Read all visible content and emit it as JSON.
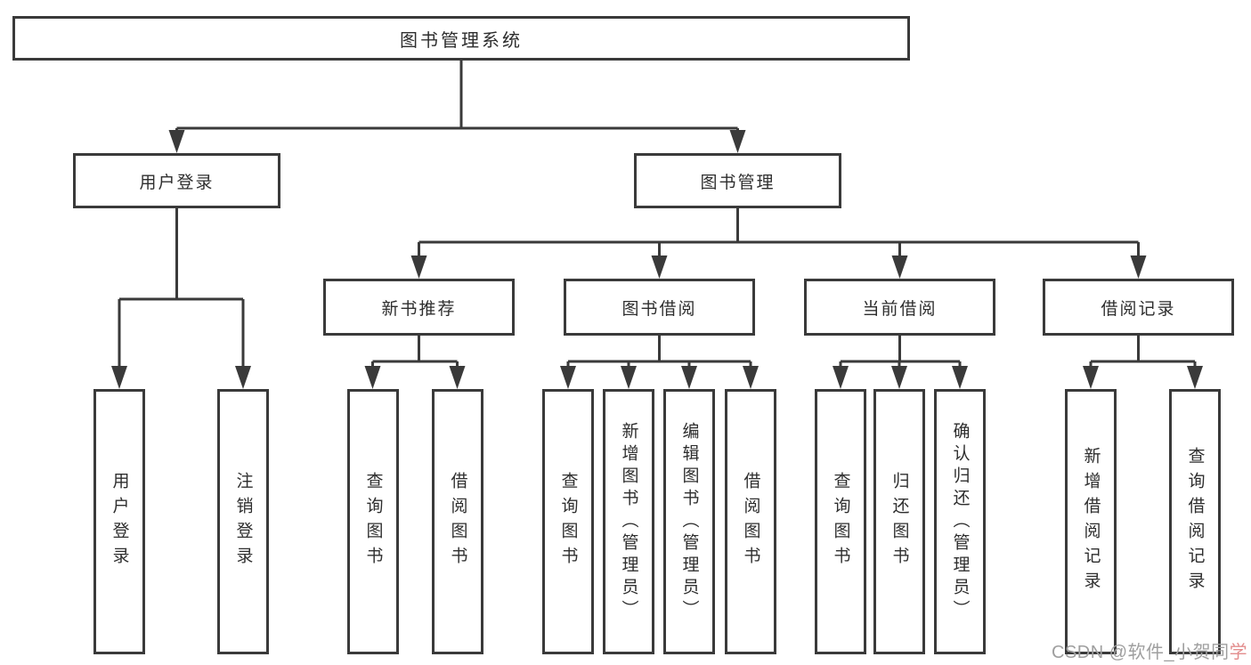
{
  "tree": {
    "label": "图书管理系统",
    "children": [
      {
        "label": "用户登录",
        "children": [
          {
            "label": "用户登录"
          },
          {
            "label": "注销登录"
          }
        ]
      },
      {
        "label": "图书管理",
        "children": [
          {
            "label": "新书推荐",
            "children": [
              {
                "label": "查询图书"
              },
              {
                "label": "借阅图书"
              }
            ]
          },
          {
            "label": "图书借阅",
            "children": [
              {
                "label": "查询图书"
              },
              {
                "label": "新增图书（管理员）"
              },
              {
                "label": "编辑图书（管理员）"
              },
              {
                "label": "借阅图书"
              }
            ]
          },
          {
            "label": "当前借阅",
            "children": [
              {
                "label": "查询图书"
              },
              {
                "label": "归还图书"
              },
              {
                "label": "确认归还（管理员）"
              }
            ]
          },
          {
            "label": "借阅记录",
            "children": [
              {
                "label": "新增借阅记录"
              },
              {
                "label": "查询借阅记录"
              }
            ]
          }
        ]
      }
    ]
  },
  "watermark": {
    "main": "CSDN @软件_小贺同",
    "accent": "学"
  },
  "colors": {
    "line": "#3a3a3a",
    "text": "#2e2e2e",
    "watermark_gray": "#9f9f9f",
    "watermark_red": "#e38d8d",
    "background": "#ffffff"
  }
}
